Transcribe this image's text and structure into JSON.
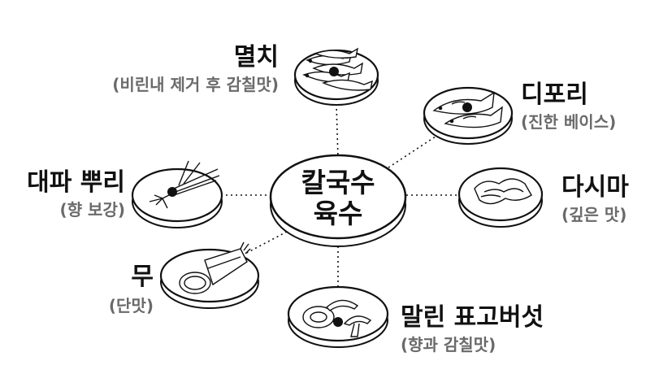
{
  "center": {
    "line1": "칼국수",
    "line2": "육수"
  },
  "ingredients": [
    {
      "name": "멸치",
      "note": "(비린내 제거 후 감칠맛)",
      "icon": "anchovies-icon"
    },
    {
      "name": "디포리",
      "note": "(진한 베이스)",
      "icon": "dried-fish-icon"
    },
    {
      "name": "다시마",
      "note": "(깊은 맛)",
      "icon": "kelp-icon"
    },
    {
      "name": "말린 표고버섯",
      "note": "(향과 감칠맛)",
      "icon": "shiitake-mushroom-icon"
    },
    {
      "name": "무",
      "note": "(단맛)",
      "icon": "radish-icon"
    },
    {
      "name": "대파 뿌리",
      "note": "(향 보강)",
      "icon": "green-onion-root-icon"
    }
  ],
  "colors": {
    "line": "#111111",
    "subtext": "#6a6a6a",
    "background": "#ffffff"
  }
}
